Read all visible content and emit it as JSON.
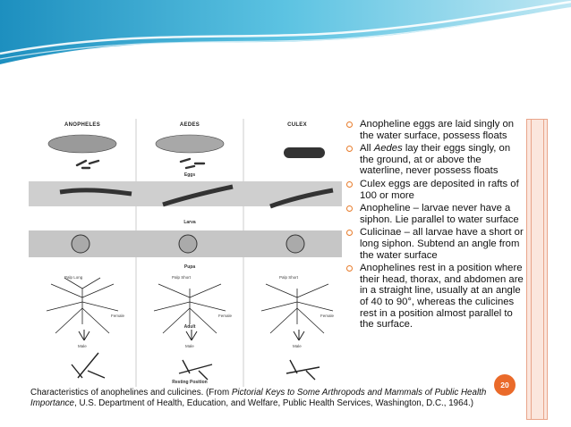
{
  "figure": {
    "columns": [
      "ANOPHELES",
      "AEDES",
      "CULEX"
    ],
    "stages": [
      "Eggs",
      "Larva",
      "Pupa",
      "Adult",
      "Resting Position"
    ],
    "palp_labels": [
      "Palp Long",
      "Palp Short",
      "Palp Short"
    ],
    "female_label": "Female",
    "male_label": "Male"
  },
  "bullets": [
    "Anopheline eggs are laid singly on the water surface, possess floats",
    "All Aedes lay their eggs singly, on the ground, at or above the waterline, never possess floats",
    "Culex eggs are deposited in rafts of 100 or more",
    "Anopheline – larvae never have a siphon. Lie parallel to water surface",
    "Culicinae – all larvae have a short or long siphon. Subtend an angle from the water surface",
    "Anophelines rest in a position where their head, thorax, and abdomen are in a straight line, usually at an angle of 40 to 90°, whereas the culicines rest in a position almost parallel to the surface."
  ],
  "caption": {
    "part1": "Characteristics of anophelines and culicines. (From ",
    "italic": "Pictorial Keys to Some Arthropods and Mammals of Public Health Importance",
    "part2": ", U.S. Department of Health, Education, and Welfare, Public Health Services, Washington, D.C., 1964.)"
  },
  "page_number": "20",
  "colors": {
    "accent": "#ea6a2a",
    "wave_blue": "#2fa3c9",
    "strip": "#fbe6dd"
  }
}
